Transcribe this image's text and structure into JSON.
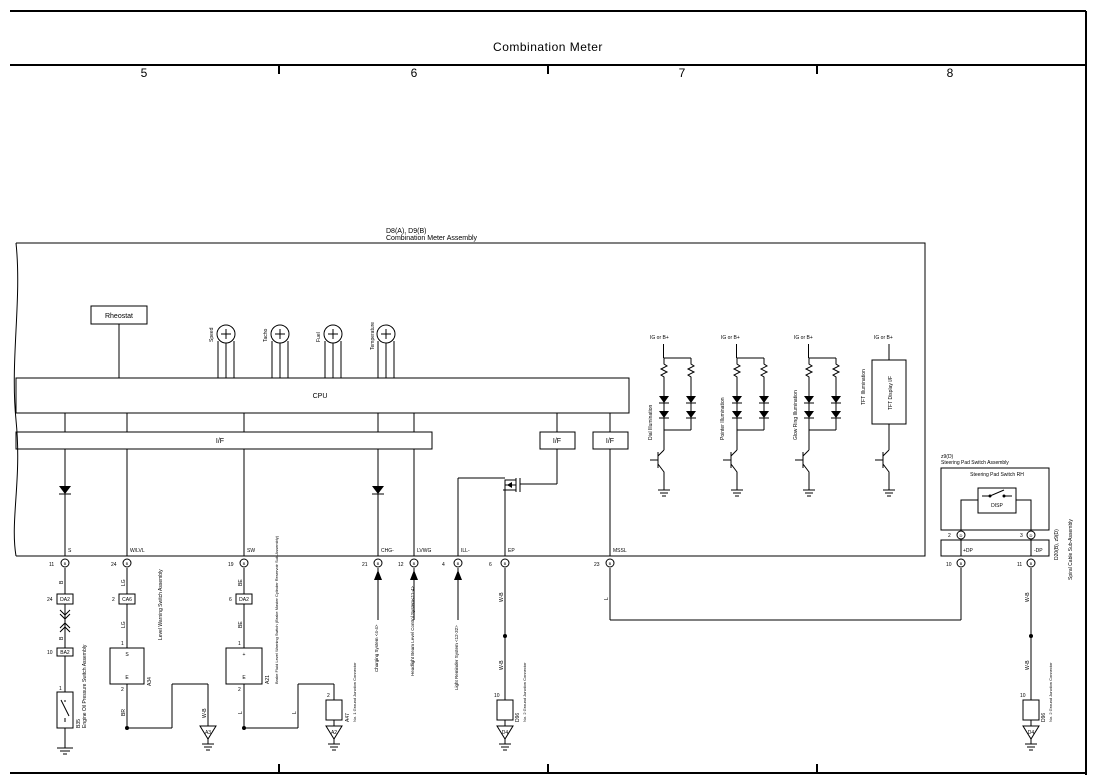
{
  "title": "Combination Meter",
  "columns": [
    "5",
    "6",
    "7",
    "8"
  ],
  "assembly": {
    "ref": "D8(A), D9(B)",
    "name": "Combination Meter Assembly"
  },
  "blocks": {
    "rheostat": "Rheostat",
    "cpu": "CPU",
    "if_main": "I/F",
    "if_ep": "I/F",
    "if_mssl": "I/F",
    "tft_display": "TFT Display I/F"
  },
  "gauges": [
    "Speed",
    "Tacho",
    "Fuel",
    "Temperature"
  ],
  "illum_supplies": [
    "IG or B+",
    "IG or B+",
    "IG or B+",
    "IG or B+"
  ],
  "illum_labels": [
    "Dial Illumination",
    "Pointer Illumination",
    "Glow Ring Illumination",
    "TFT Illumination"
  ],
  "terminals": [
    {
      "num": "11",
      "conn": "B",
      "name": "S",
      "wire": "B"
    },
    {
      "num": "24",
      "conn": "B",
      "name": "W/LVL",
      "wire": "LG"
    },
    {
      "num": "19",
      "conn": "B",
      "name": "SW",
      "wire": "BE"
    },
    {
      "num": "21",
      "conn": "B",
      "name": "CHG-",
      "wire": ""
    },
    {
      "num": "12",
      "conn": "B",
      "name": "LVWG",
      "wire": ""
    },
    {
      "num": "4",
      "conn": "B",
      "name": "ILL-",
      "wire": ""
    },
    {
      "num": "6",
      "conn": "B",
      "name": "EP",
      "wire": "W-B"
    },
    {
      "num": "23",
      "conn": "B",
      "name": "MSSL",
      "wire": "L"
    }
  ],
  "connectors": {
    "da2_top": {
      "num": "24",
      "name": "DA2"
    },
    "ba2": {
      "num": "10",
      "name": "BA2"
    },
    "ca6": {
      "num": "2",
      "name": "CA6"
    },
    "da2_mid": {
      "num": "6",
      "name": "DA2"
    }
  },
  "components": {
    "b35": {
      "ref": "B35",
      "name": "Engine Oil Pressure Switch Assembly",
      "pin": "1"
    },
    "a34": {
      "ref": "A34",
      "name": "Level Warning Switch Assembly",
      "pins": [
        "1",
        "2"
      ],
      "s": "S",
      "e": "E"
    },
    "a21": {
      "ref": "A21",
      "name": "Brake Fluid Level Warning Switch (Brake Master Cylinder Reservoir Sub-Assembly)",
      "pins": [
        "1",
        "2"
      ],
      "plus": "+",
      "e": "E"
    },
    "a47": {
      "ref": "A47",
      "name": "No. 1 Ground Junction Connector",
      "pin": "2"
    },
    "d96_left": {
      "ref": "D96",
      "name": "No. 2 Ground Junction Connector",
      "pin": "10"
    },
    "d96_right": {
      "ref": "D96",
      "name": "No. 2 Ground Junction Connector",
      "pin": "10"
    }
  },
  "systems": {
    "charging": "Charging System <4-4>",
    "headlight": "Headlight Beam Level Control System<11-4>",
    "light_reminder": "Light Reminder System <12-32>"
  },
  "wires": {
    "br": "BR",
    "wb": "W-B",
    "l": "L",
    "l2": "L",
    "wb2": "W-B",
    "b": "B",
    "b2": "B",
    "lg": "LG",
    "be": "BE"
  },
  "grounds": [
    "A3",
    "A2",
    "D4",
    "D4"
  ],
  "steering": {
    "ref": "z9(D)",
    "name": "Steering Pad Switch Assembly",
    "inner": "Steering Pad Switch RH",
    "disp": "DISP",
    "pin_left": {
      "num": "2",
      "conn": "D",
      "name": "+DP"
    },
    "pin_right": {
      "num": "3",
      "conn": "D",
      "name": "-DP"
    },
    "spiral_ref": "D20(B), z9(D)",
    "spiral_name": "Spiral Cable Sub-Assembly",
    "terms": [
      {
        "num": "10",
        "conn": "B"
      },
      {
        "num": "11",
        "conn": "B"
      }
    ]
  }
}
